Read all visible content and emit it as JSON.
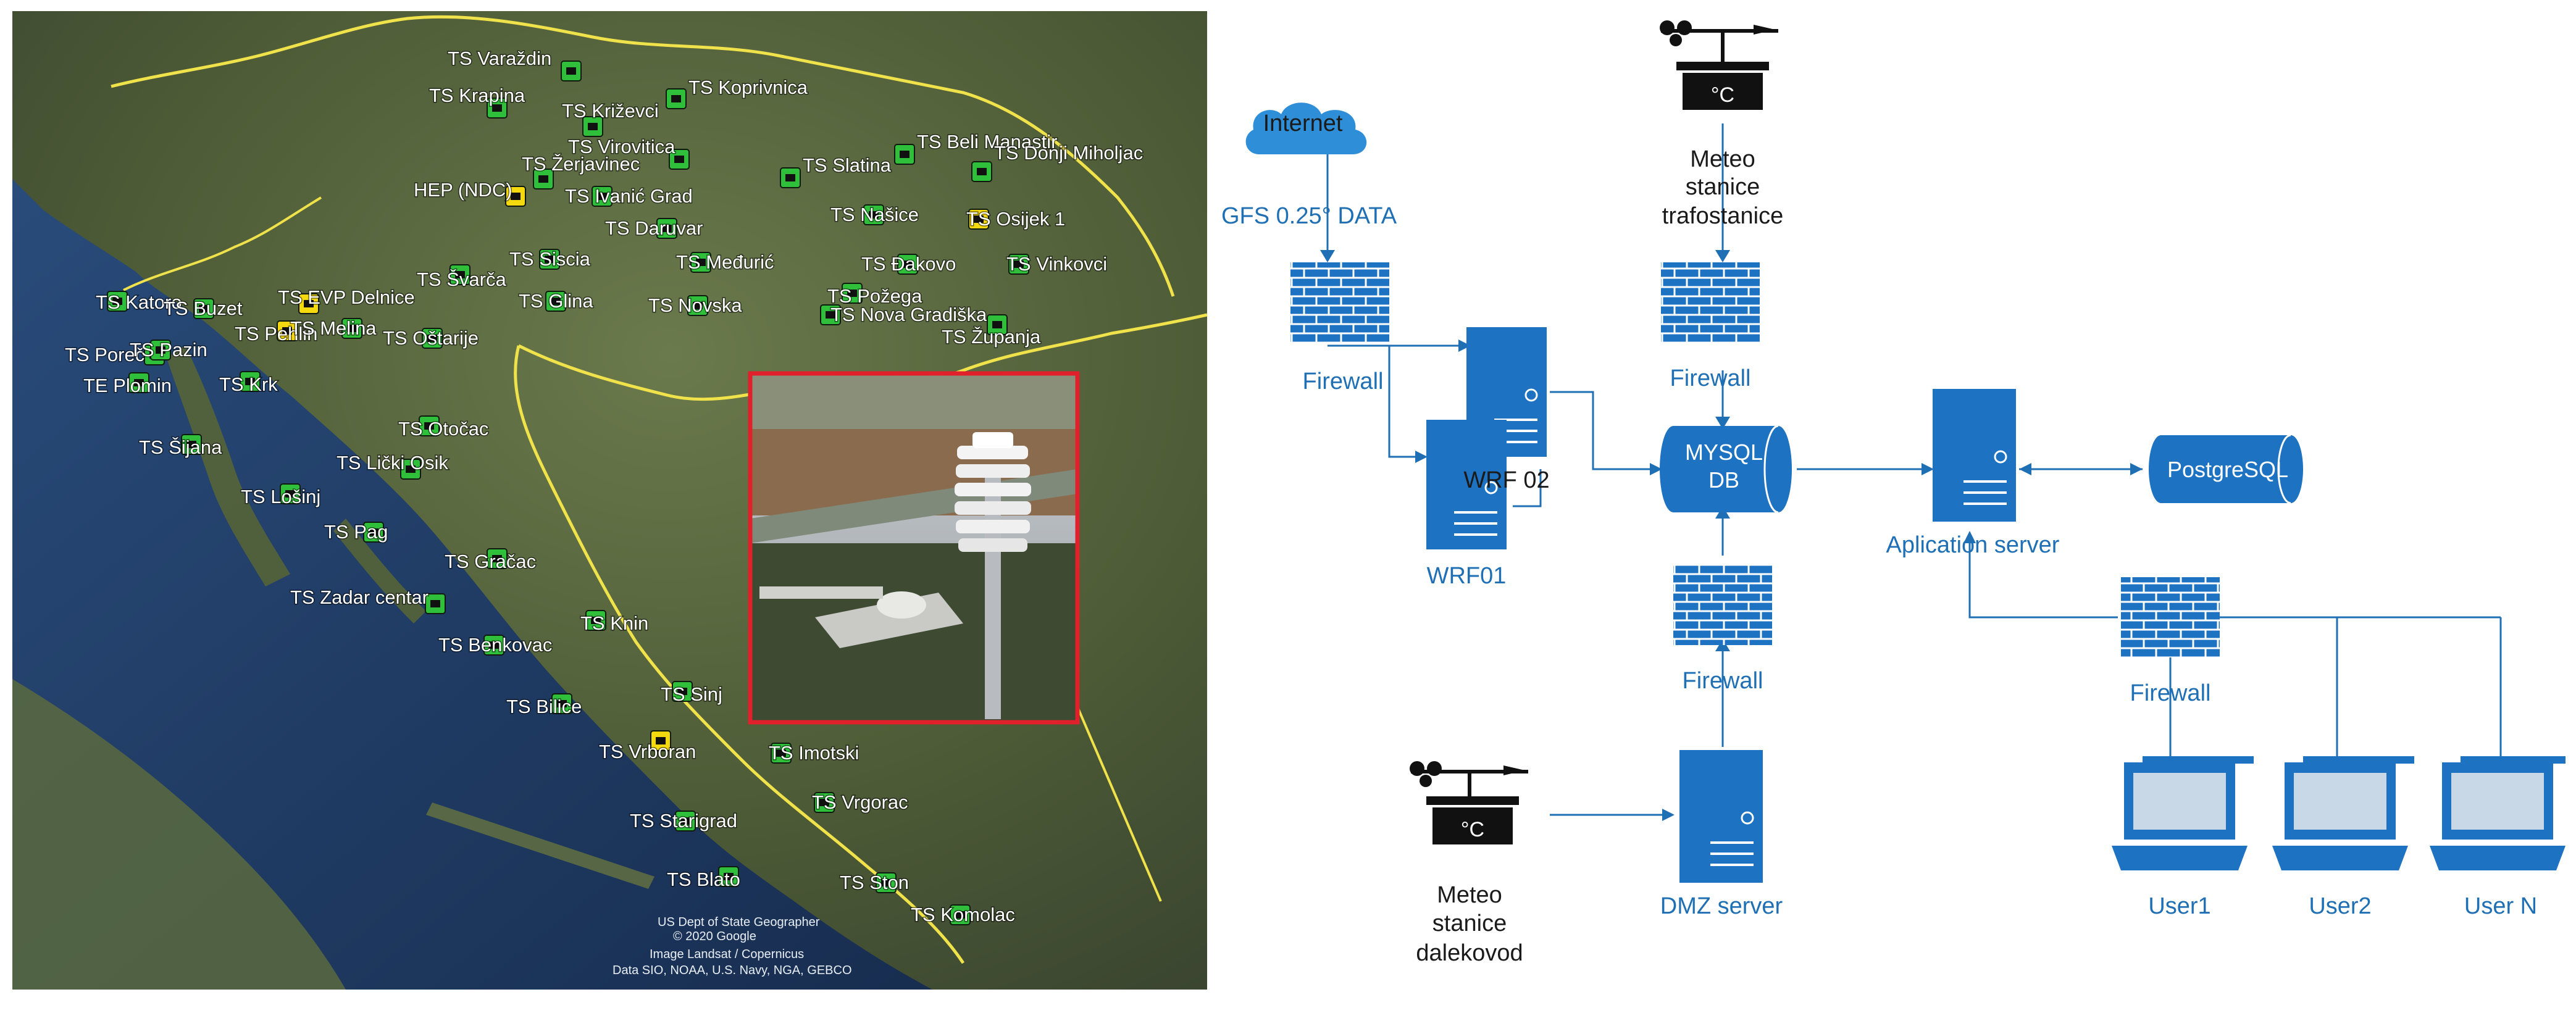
{
  "colors": {
    "diagram_blue": "#1f6fb5",
    "server_blue": "#1e72c2",
    "map_sea": "#1e3a66",
    "map_land": "#4a5a3a",
    "border_yellow": "#f0e24a",
    "station_green": "#2fbf3a",
    "station_yellow": "#f5d90f",
    "photo_frame": "#e0202a"
  },
  "map": {
    "stations": [
      {
        "label": "TS Varaždin",
        "icon": "green"
      },
      {
        "label": "TS Koprivnica",
        "icon": "green"
      },
      {
        "label": "TS Krapina",
        "icon": "green"
      },
      {
        "label": "TS Križevci",
        "icon": "green"
      },
      {
        "label": "TS Virovitica",
        "icon": "green"
      },
      {
        "label": "TS Beli Manastir",
        "icon": "green"
      },
      {
        "label": "TS Donji Miholjac",
        "icon": "green"
      },
      {
        "label": "TS Žerjavinec",
        "icon": "green"
      },
      {
        "label": "HEP (NDC)",
        "icon": "yellow"
      },
      {
        "label": "TS Ivanić Grad",
        "icon": "green"
      },
      {
        "label": "TS Slatina",
        "icon": "green"
      },
      {
        "label": "TS Našice",
        "icon": "green"
      },
      {
        "label": "TS Osijek 1",
        "icon": "yellow"
      },
      {
        "label": "TS Daruvar",
        "icon": "green"
      },
      {
        "label": "TS Švarča",
        "icon": "green"
      },
      {
        "label": "TS Siscia",
        "icon": "green"
      },
      {
        "label": "TS Međurić",
        "icon": "green"
      },
      {
        "label": "TS Đakovo",
        "icon": "green"
      },
      {
        "label": "TS Vinkovci",
        "icon": "green"
      },
      {
        "label": "TS Katoro",
        "icon": "green"
      },
      {
        "label": "TS Buzet",
        "icon": "green"
      },
      {
        "label": "TS EVP Delnice",
        "icon": "yellow"
      },
      {
        "label": "TS Glina",
        "icon": "green"
      },
      {
        "label": "TS Novska",
        "icon": "green"
      },
      {
        "label": "TS Požega",
        "icon": "green"
      },
      {
        "label": "TS Nova Gradiška",
        "icon": "green"
      },
      {
        "label": "TS Pehlin",
        "icon": "yellow"
      },
      {
        "label": "TS Melina",
        "icon": "green"
      },
      {
        "label": "TS Poreč",
        "icon": "green"
      },
      {
        "label": "TS Pazin",
        "icon": "green"
      },
      {
        "label": "TS Oštarije",
        "icon": "green"
      },
      {
        "label": "TS Županja",
        "icon": "green"
      },
      {
        "label": "TE Plomin",
        "icon": "green"
      },
      {
        "label": "TS Krk",
        "icon": "green"
      },
      {
        "label": "TS Otočac",
        "icon": "green"
      },
      {
        "label": "TS Šijana",
        "icon": "green"
      },
      {
        "label": "TS Lički Osik",
        "icon": "green"
      },
      {
        "label": "TS Lošinj",
        "icon": "green"
      },
      {
        "label": "TS Pag",
        "icon": "green"
      },
      {
        "label": "TS Gračac",
        "icon": "green"
      },
      {
        "label": "TS Zadar centar",
        "icon": "green"
      },
      {
        "label": "TS Knin",
        "icon": "green"
      },
      {
        "label": "TS Benkovac",
        "icon": "green"
      },
      {
        "label": "TS Bilice",
        "icon": "green"
      },
      {
        "label": "TS Sinj",
        "icon": "green"
      },
      {
        "label": "TS Vrboran",
        "icon": "yellow"
      },
      {
        "label": "TS Imotski",
        "icon": "green"
      },
      {
        "label": "TS Vrgorac",
        "icon": "green"
      },
      {
        "label": "TS Starigrad",
        "icon": "green"
      },
      {
        "label": "TS Blato",
        "icon": "green"
      },
      {
        "label": "TS Ston",
        "icon": "green"
      },
      {
        "label": "TS Komolac",
        "icon": "green"
      }
    ],
    "copyright": [
      "US Dept of State Geographer",
      "© 2020 Google",
      "Image Landsat / Copernicus",
      "Data SIO, NOAA, U.S. Navy, NGA, GEBCO"
    ]
  },
  "diagram": {
    "internet": "Internet",
    "gfs": "GFS 0.25° DATA",
    "firewall": "Firewall",
    "wrf02": "WRF 02",
    "wrf01": "WRF01",
    "meteo_top": [
      "Meteo",
      "stanice",
      "trafostanice"
    ],
    "mysql": [
      "MYSQL",
      "DB"
    ],
    "app_server": "Aplication server",
    "postgres": "PostgreSQL",
    "dmz_server": "DMZ server",
    "meteo_bottom": [
      "Meteo",
      "stanice",
      "dalekovod"
    ],
    "users": [
      "User1",
      "User2",
      "User N"
    ],
    "thermo_symbol": "°C"
  }
}
